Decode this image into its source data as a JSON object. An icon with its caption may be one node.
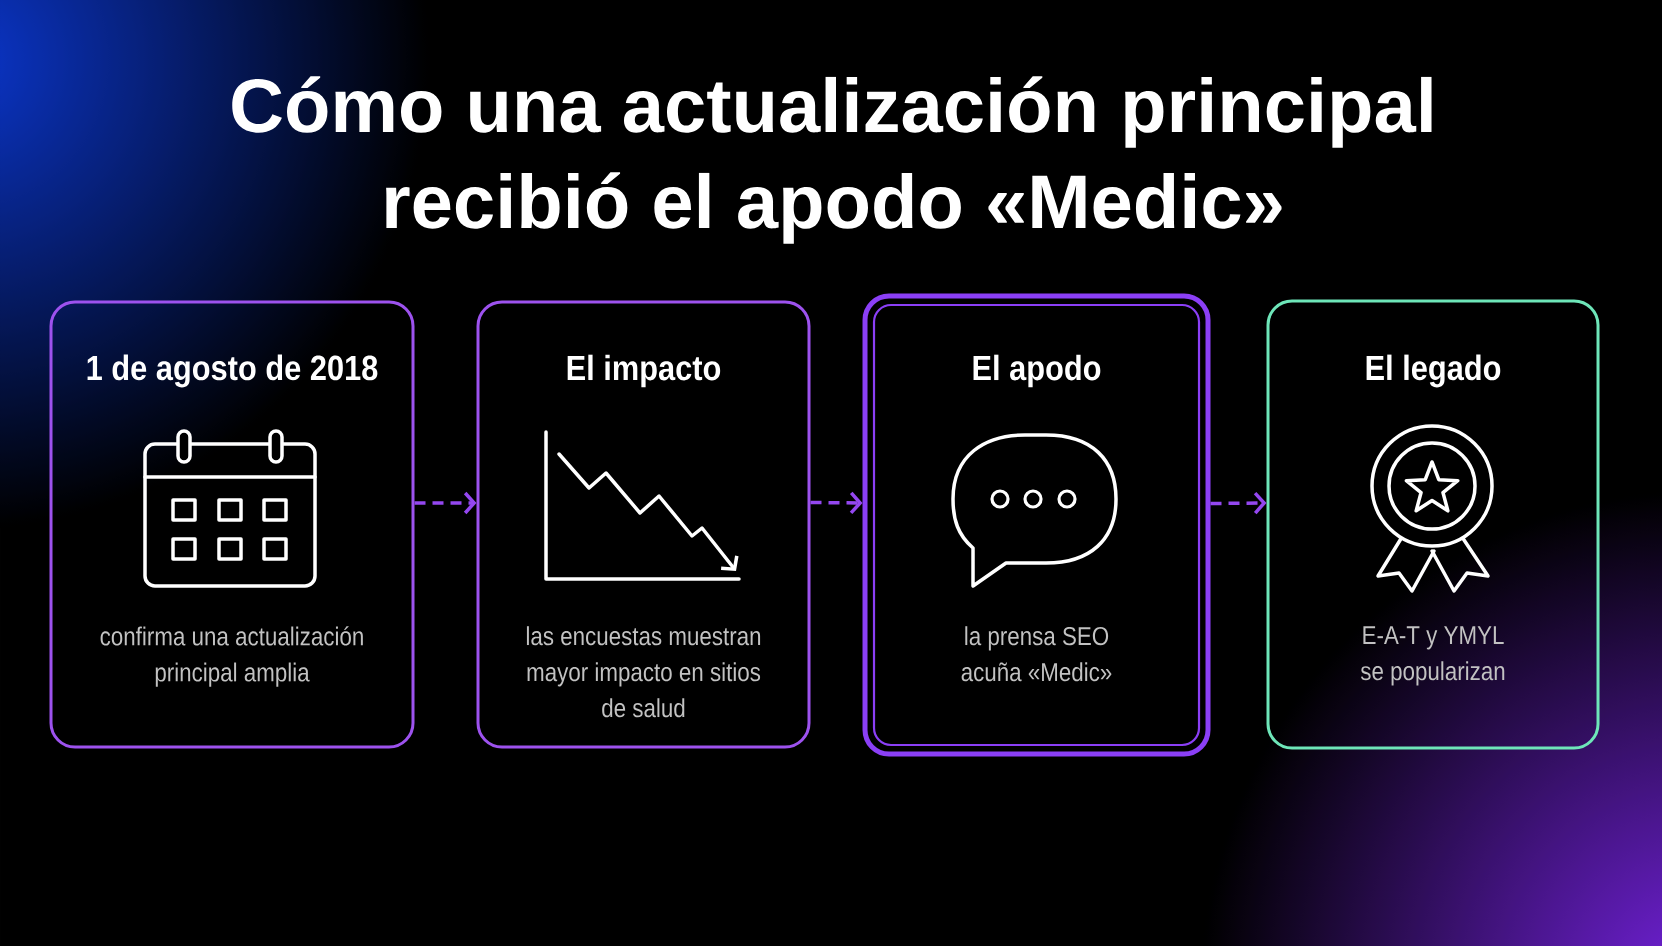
{
  "diagram": {
    "title": "Cómo una actualización principal recibió el apodo «Medic»",
    "nodes": [
      {
        "text": [
          "1 de agosto de 2018",
          "confirma una actualización principal amplia"
        ]
      },
      {
        "text": [
          "El impacto",
          "las encuestas muestran mayor impacto en sitios de salud"
        ]
      },
      {
        "text": [
          "El apodo",
          "la prensa SEO acuña «Medic»"
        ]
      },
      {
        "text": [
          "El legado",
          "E-A-T y YMYL se popularizan"
        ]
      }
    ],
    "edges": [
      {
        "from": 0,
        "to": 1,
        "arrow": "to",
        "style": "dashed"
      },
      {
        "from": 1,
        "to": 2,
        "arrow": "to",
        "style": "dashed"
      },
      {
        "from": 2,
        "to": 3,
        "arrow": "to",
        "style": "dashed"
      }
    ]
  }
}
